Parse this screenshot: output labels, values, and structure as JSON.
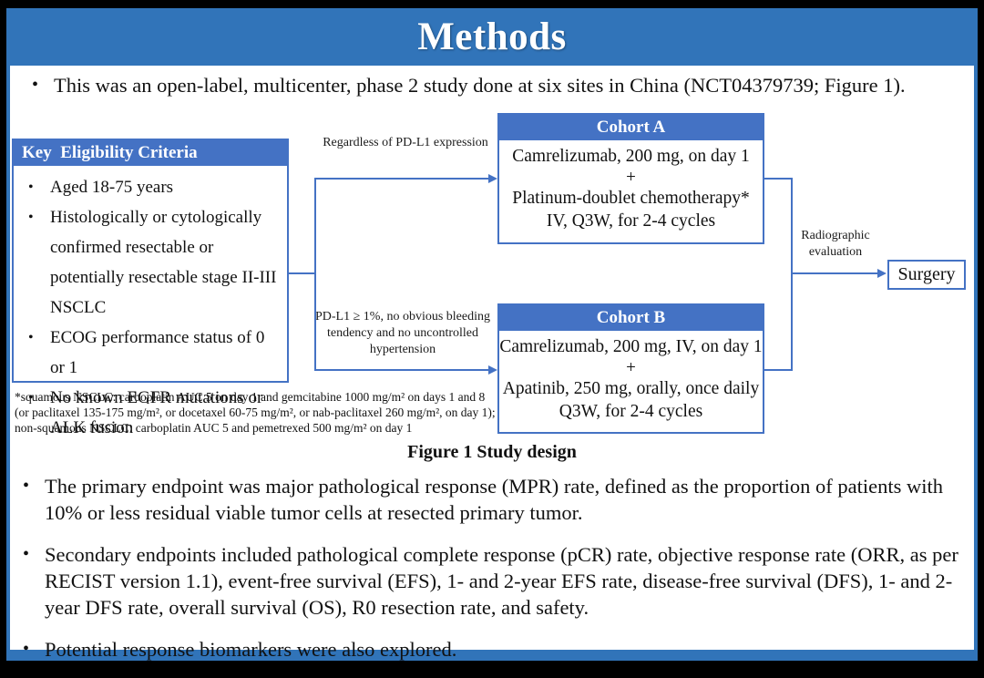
{
  "slide": {
    "title": "Methods",
    "intro_bullet": "This was an open-label, multicenter, phase 2 study done at six sites in China (NCT04379739; Figure 1).",
    "figure": {
      "caption": "Figure 1 Study design",
      "eligibility": {
        "header": "Key  Eligibility Criteria",
        "items": [
          "Aged 18-75 years",
          "Histologically or cytologically confirmed resectable or potentially resectable stage II-III NSCLC",
          "ECOG performance status of 0 or 1",
          "No known EGFR mutations or ALK fusion"
        ]
      },
      "branch_labels": {
        "top": "Regardless of PD-L1 expression",
        "bottom": "PD-L1 ≥ 1%, no obvious bleeding tendency and no uncontrolled hypertension"
      },
      "cohort_a": {
        "header": "Cohort A",
        "line1": "Camrelizumab, 200 mg, on day 1",
        "plus": "+",
        "line2": "Platinum-doublet chemotherapy*",
        "line3": "IV, Q3W, for 2-4 cycles"
      },
      "cohort_b": {
        "header": "Cohort B",
        "line1": "Camrelizumab, 200 mg, IV, on day 1",
        "plus": "+",
        "line2": "Apatinib, 250 mg, orally, once daily",
        "line3": "Q3W, for 2-4 cycles"
      },
      "evaluation_label": "Radiographic evaluation",
      "surgery_label": "Surgery",
      "footnote": "*squamous NSCLC: carboplatin AUC 5 on day 1 and gemcitabine 1000 mg/m² on days 1 and 8 (or paclitaxel 135-175 mg/m², or docetaxel 60-75 mg/m², or nab-paclitaxel 260 mg/m², on day 1); non-squamous NSCLC: carboplatin AUC 5 and pemetrexed 500 mg/m² on day 1"
    },
    "bullets": [
      "The primary endpoint was major pathological response (MPR) rate, defined as the proportion of patients with 10% or less residual viable tumor cells at resected primary tumor.",
      "Secondary endpoints included pathological complete response (pCR) rate, objective response rate (ORR, as per RECIST version 1.1), event-free survival (EFS), 1- and 2-year EFS rate, disease-free survival (DFS), 1- and 2-year DFS rate, overall survival (OS), R0 resection rate, and safety.",
      "Potential response biomarkers were also explored."
    ],
    "colors": {
      "frame_blue": "#3174B9",
      "box_header_blue": "#4472C4",
      "connector_blue": "#4472C4",
      "text": "#111111"
    }
  }
}
